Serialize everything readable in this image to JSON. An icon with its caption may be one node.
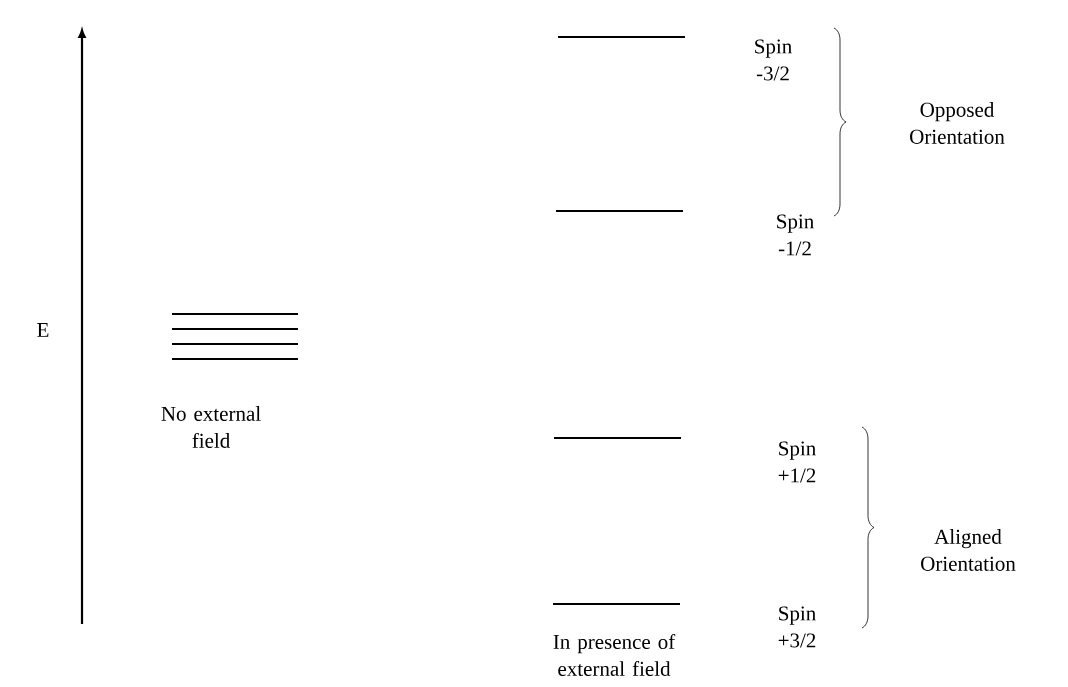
{
  "diagram": {
    "labels": [
      "Spin -3/2",
      "Opposed Orientation",
      "Spin -1/2",
      "E",
      "No external field",
      "Spin +1/2",
      "Aligned Orientation",
      "Spin +3/2",
      "In presence of external field"
    ]
  }
}
